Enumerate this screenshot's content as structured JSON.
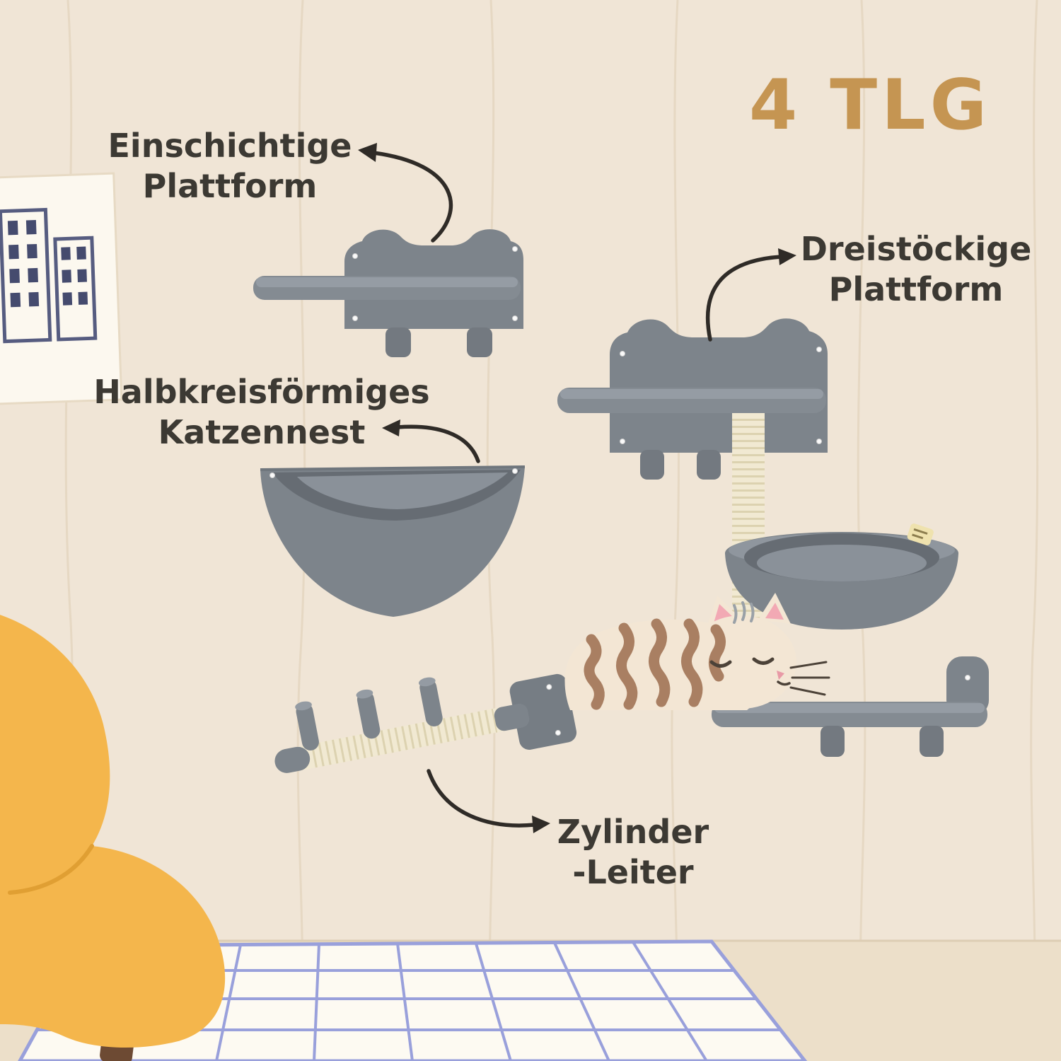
{
  "heading": {
    "text": "4 TLG"
  },
  "labels": {
    "single_platform": {
      "line1": "Einschichtige",
      "line2": "Plattform"
    },
    "three_tier_platform": {
      "line1": "Dreistöckige",
      "line2": "Plattform"
    },
    "semicircle_nest": {
      "line1": "Halbkreisförmiges",
      "line2": "Katzennest"
    },
    "cylinder_ladder": {
      "line1": "Zylinder",
      "line2": "-Leiter"
    }
  },
  "colors": {
    "wall": "#f0e5d6",
    "wall_line": "#e4d6c1",
    "heading_tan": "#c59552",
    "label_text": "#3c3933",
    "arrow": "#2f2b27",
    "plush_gray": "#7d848b",
    "plush_gray_light": "#959ca4",
    "plush_gray_dark": "#666c73",
    "sisal": "#f1e9d2",
    "sisal_stripe": "#dcd2b0",
    "cat_body": "#f3e6d4",
    "cat_stripe": "#a97f62",
    "cat_ear_pink": "#f2a9b4",
    "chair_yellow": "#f4b64c",
    "chair_leg_brown": "#6d4a33",
    "mat_white": "#fdfaf2",
    "mat_grid_blue": "#99a0db",
    "floor": "#ecdfc9"
  }
}
